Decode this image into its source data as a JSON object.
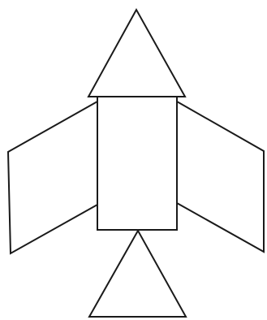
{
  "figure": {
    "shapes": [
      {
        "name": "top-triangle",
        "kind": "triangle"
      },
      {
        "name": "center-rectangle",
        "kind": "rectangle"
      },
      {
        "name": "left-wing",
        "kind": "parallelogram"
      },
      {
        "name": "right-wing",
        "kind": "parallelogram"
      },
      {
        "name": "bottom-triangle",
        "kind": "triangle"
      }
    ],
    "colors": {
      "stroke": "#1a1a1a",
      "fill": "#ffffff",
      "background": "#ffffff"
    }
  }
}
